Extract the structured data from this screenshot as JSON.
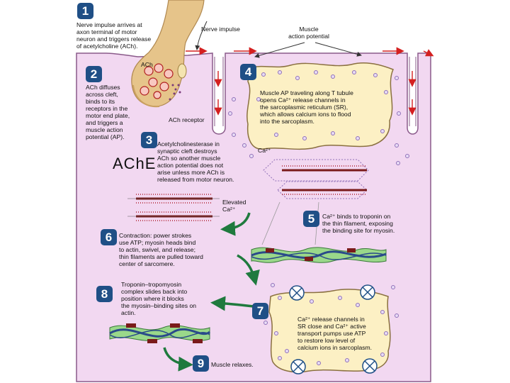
{
  "colors": {
    "cell": "#f2d8f1",
    "cell_edge": "#8a5a8a",
    "axon": "#e6c48a",
    "sr": "#fcf0c4",
    "badge": "#1f4f86",
    "arrow_green": "#1f7a3e",
    "arrow_red": "#d42020",
    "actin": "#9ad88a",
    "myosin": "#7a1a1a",
    "tropomyosin": "#2a4a8a"
  },
  "icons": [
    "vesicle-icon",
    "calcium-ion-icon",
    "pump-icon",
    "receptor-icon"
  ],
  "steps": [
    {
      "number": "1",
      "text": "Nerve impulse arrives at\naxon terminal of motor\nneuron and triggers release\nof acetylcholine (ACh)."
    },
    {
      "number": "2",
      "text": "ACh diffuses\nacross cleft,\nbinds to its\nreceptors in the\nmotor end plate,\nand triggers a\nmuscle action\npotential (AP)."
    },
    {
      "number": "3",
      "text": "Acetylcholinesterase in\nsynaptic cleft destroys\nACh so another muscle\naction potential does not\narise unless more ACh is\nreleased from motor neuron."
    },
    {
      "number": "4",
      "text": "Muscle AP traveling along T tubule\nopens Ca²⁺ release channels in\nthe sarcoplasmic reticulum (SR),\nwhich allows calcium ions to flood\ninto the sarcoplasm."
    },
    {
      "number": "5",
      "text": "Ca²⁺ binds to troponin on\nthe thin filament, exposing\nthe binding site for myosin."
    },
    {
      "number": "6",
      "text": "Contraction: power strokes\nuse ATP; myosin heads bind\nto actin, swivel, and release;\nthin filaments are pulled toward\ncenter of sarcomere."
    },
    {
      "number": "7",
      "text": "Ca²⁺ release channels in\nSR close and Ca²⁺ active\ntransport pumps use ATP\nto restore low level of\ncalcium ions in sarcoplasm."
    },
    {
      "number": "8",
      "text": "Troponin–tropomyosin\ncomplex slides back into\nposition where it blocks\nthe myosin–binding sites on\nactin."
    },
    {
      "number": "9",
      "text": "Muscle relaxes."
    }
  ],
  "labels": {
    "nerve_impulse": "Nerve impulse",
    "muscle_action_potential": "Muscle\naction potential",
    "ach": "ACh",
    "ach_receptor": "ACh receptor",
    "ache": "AChE",
    "ca": "Ca²⁺",
    "elevated_ca": "Elevated\nCa²⁺"
  }
}
